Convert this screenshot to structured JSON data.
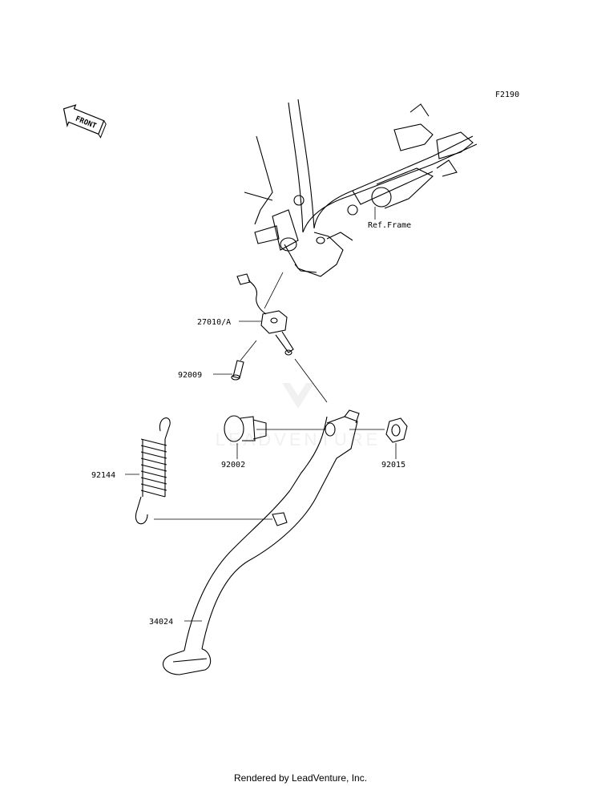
{
  "diagram": {
    "figure_code": "F2190",
    "front_arrow_label": "FRONT",
    "ref_frame_label": "Ref.Frame",
    "watermark": "LEADVENTURE",
    "parts": [
      {
        "id": "27010-a",
        "number": "27010/A"
      },
      {
        "id": "92009",
        "number": "92009"
      },
      {
        "id": "92144",
        "number": "92144"
      },
      {
        "id": "92002",
        "number": "92002"
      },
      {
        "id": "92015",
        "number": "92015"
      },
      {
        "id": "34024",
        "number": "34024"
      }
    ]
  },
  "footer": {
    "credit": "Rendered by LeadVenture, Inc."
  }
}
